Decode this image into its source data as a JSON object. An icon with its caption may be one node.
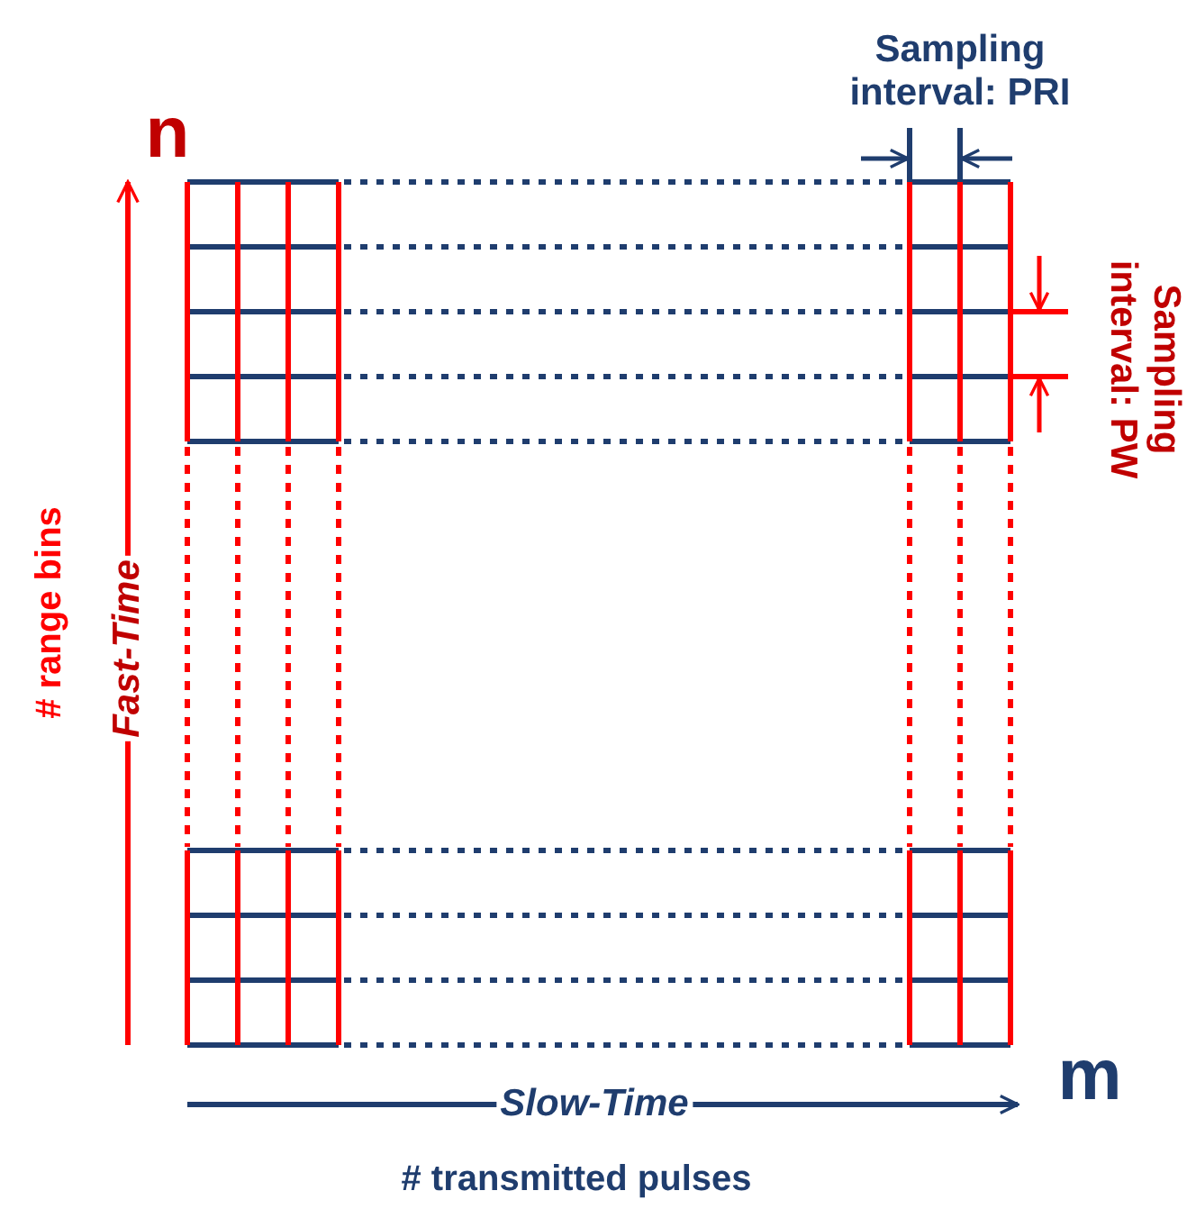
{
  "diagram": {
    "labels": [
      "Sampling interval: PRI",
      "n",
      "Sampling interval: PW",
      "# range bins",
      "Fast-Time",
      "m",
      "Slow-Time",
      "# transmitted pulses"
    ]
  }
}
